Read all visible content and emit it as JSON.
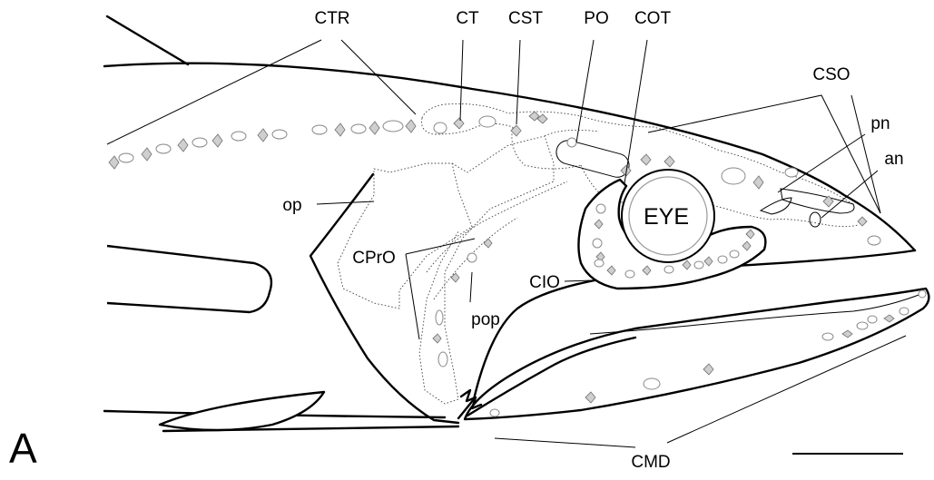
{
  "panel_letter": "A",
  "labels": {
    "ctr": "CTR",
    "ct": "CT",
    "cst": "CST",
    "po": "PO",
    "cot": "COT",
    "cso": "CSO",
    "pn": "pn",
    "an": "an",
    "op": "op",
    "eye": "EYE",
    "cpro": "CPrO",
    "cio": "CIO",
    "pop": "pop",
    "cmd": "CMD"
  }
}
